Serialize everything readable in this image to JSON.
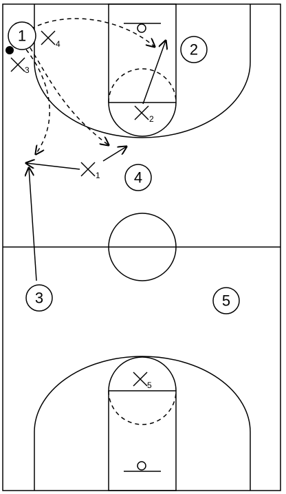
{
  "offense": [
    {
      "id": "o1",
      "label": "1"
    },
    {
      "id": "o2",
      "label": "2"
    },
    {
      "id": "o3",
      "label": "3"
    },
    {
      "id": "o4",
      "label": "4"
    },
    {
      "id": "o5",
      "label": "5"
    }
  ],
  "defense": [
    {
      "id": "x1",
      "label": "1"
    },
    {
      "id": "x2",
      "label": "2"
    },
    {
      "id": "x3",
      "label": "3"
    },
    {
      "id": "x4",
      "label": "4"
    },
    {
      "id": "x5",
      "label": "5"
    }
  ]
}
